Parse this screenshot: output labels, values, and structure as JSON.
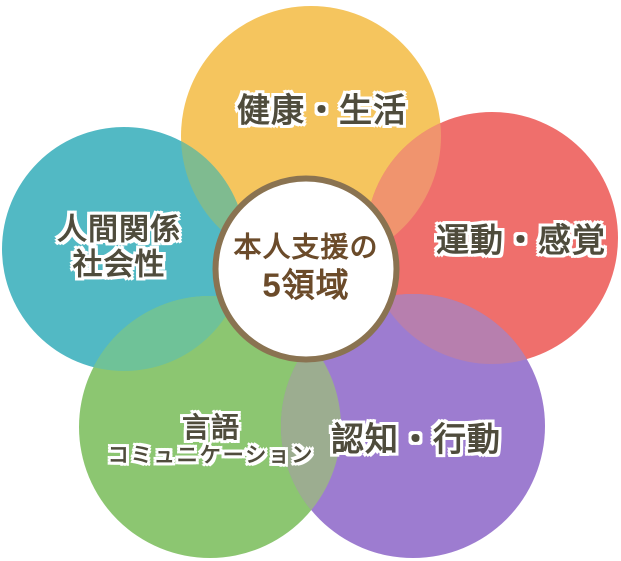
{
  "diagram": {
    "background": "#ffffff",
    "label_text_color": "#4f4c3c",
    "center_badge": {
      "line1": "本人支援の",
      "line2": "5領域",
      "fill": "#ffffff",
      "border_color": "#8a7351",
      "text_color": "#6b4b2a"
    },
    "domains": [
      {
        "name": "健康・生活",
        "position": "top",
        "color": "#f5c55e"
      },
      {
        "name": "運動・感覚",
        "position": "right",
        "color": "#ef6f6c"
      },
      {
        "name": "人間関係",
        "name_line2": "社会性",
        "position": "left",
        "color": "#52b9c4"
      },
      {
        "name": "言語",
        "name_line2": "コミュニケーション",
        "position": "bottom-left",
        "color": "#8cc671"
      },
      {
        "name": "認知・行動",
        "position": "bottom-right",
        "color": "#9d7cd0"
      }
    ],
    "overlaps": {
      "health_movement": "#f0946e",
      "health_relations": "#7fbb90",
      "relations_language": "#6fc298",
      "language_cognition": "#9cad90",
      "cognition_movement": "#b77fae"
    }
  }
}
